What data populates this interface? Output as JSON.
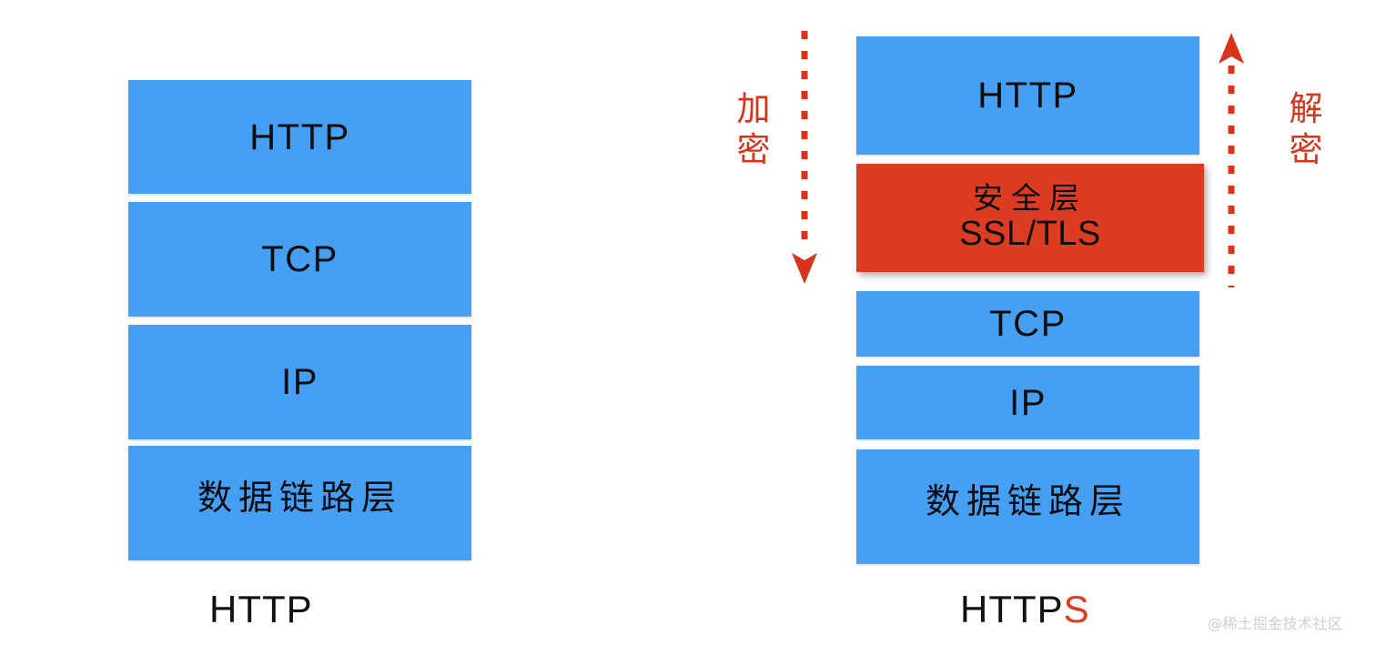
{
  "diagram": {
    "title": "HTTP vs HTTPS protocol stack comparison",
    "colors": {
      "layer_blue": "#459FF2",
      "secure_red": "#DC3C22",
      "arrow_red": "#D8331B",
      "text_black": "#0d0d0d",
      "background": "#ffffff",
      "watermark_gray": "#cfcfcf"
    }
  },
  "left_stack": {
    "caption": "HTTP",
    "layers": [
      {
        "label": "HTTP",
        "script": "latin",
        "kind": "normal"
      },
      {
        "label": "TCP",
        "script": "latin",
        "kind": "normal"
      },
      {
        "label": "IP",
        "script": "latin",
        "kind": "normal"
      },
      {
        "label": "数据链路层",
        "script": "cjk",
        "kind": "normal"
      }
    ]
  },
  "right_stack": {
    "caption_main": "HTTP",
    "caption_suffix": "S",
    "layers": [
      {
        "label": "HTTP",
        "script": "latin",
        "kind": "normal"
      },
      {
        "label_cjk": "安全层",
        "label_latin": "SSL/TLS",
        "kind": "secure"
      },
      {
        "label": "TCP",
        "script": "latin",
        "kind": "normal"
      },
      {
        "label": "IP",
        "script": "latin",
        "kind": "normal"
      },
      {
        "label": "数据链路层",
        "script": "cjk",
        "kind": "normal"
      }
    ]
  },
  "arrows": {
    "encrypt": {
      "label": "加密",
      "direction": "down",
      "color": "#D8331B",
      "style": "dashed"
    },
    "decrypt": {
      "label": "解密",
      "direction": "up",
      "color": "#D8331B",
      "style": "dashed"
    }
  },
  "watermark": {
    "text": "@稀土掘金技术社区"
  }
}
